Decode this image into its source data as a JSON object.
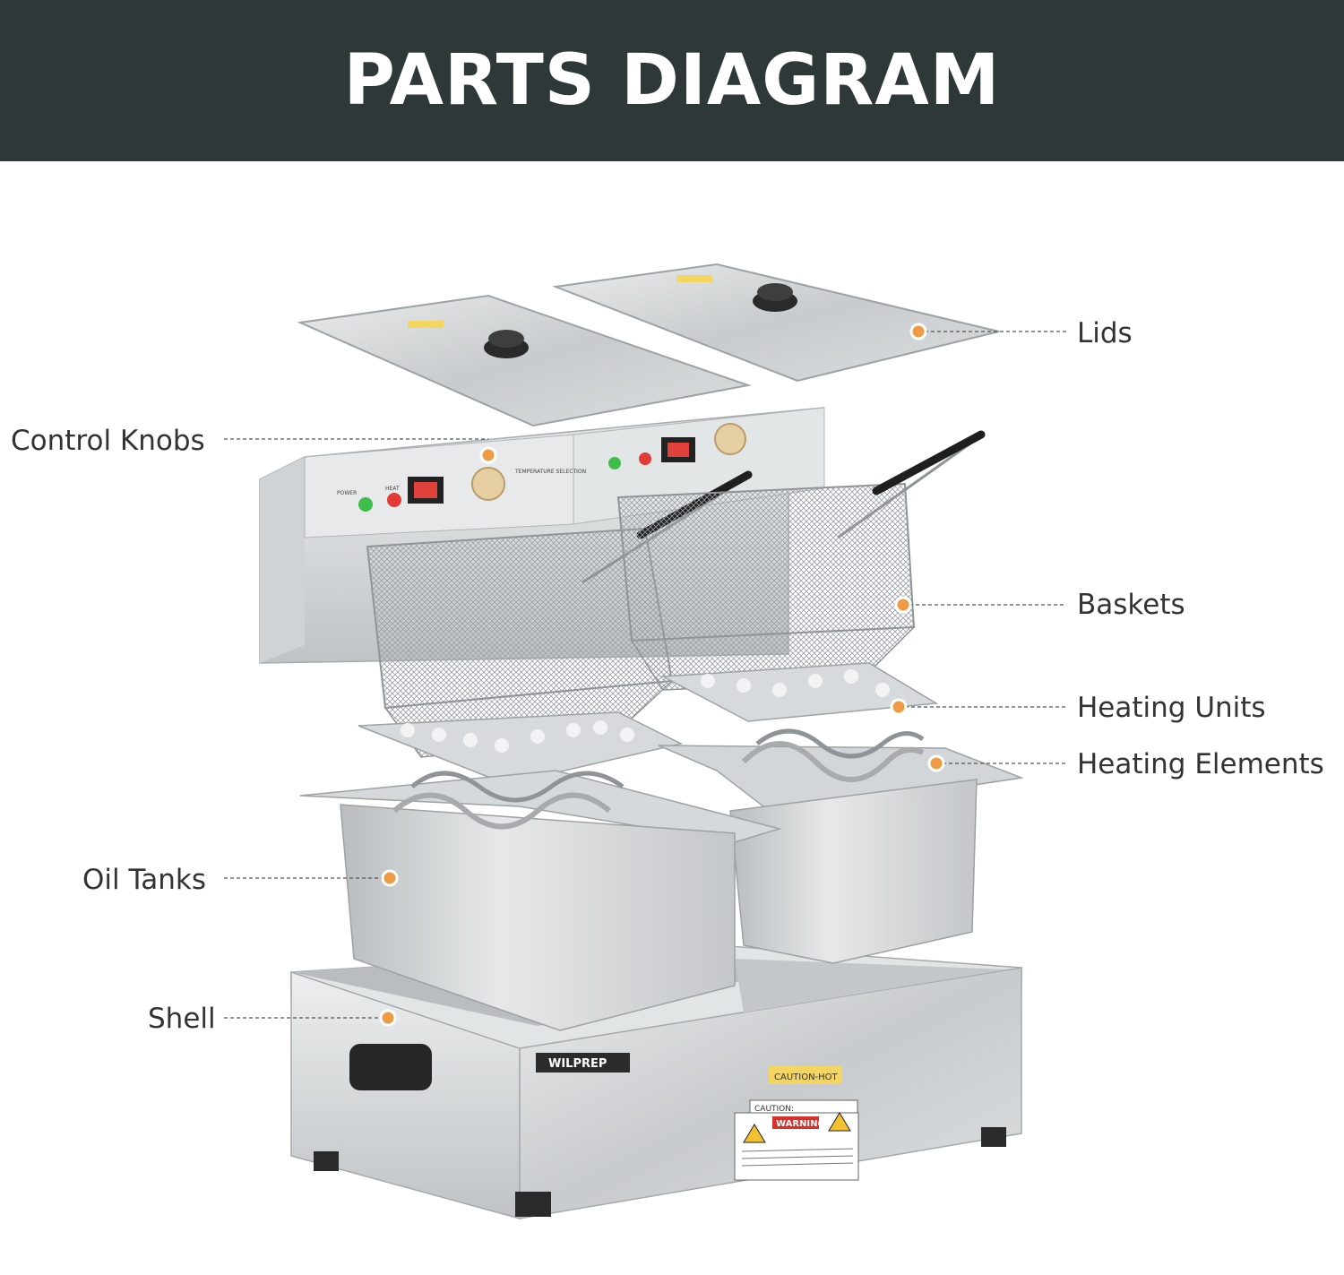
{
  "header": {
    "title": "PARTS DIAGRAM"
  },
  "colors": {
    "banner": "#2f3838",
    "marker": "#ef9a45",
    "steel": "#c9ccce",
    "label": "#333333"
  },
  "labels": {
    "lids": "Lids",
    "control_knobs": "Control Knobs",
    "baskets": "Baskets",
    "heating_units": "Heating Units",
    "heating_elements": "Heating Elements",
    "oil_tanks": "Oil Tanks",
    "shell": "Shell"
  },
  "product": {
    "brand": "WILPREP",
    "caution": "CAUTION-HOT",
    "warning": "WARNING",
    "notice": "CAUTION:",
    "panel": {
      "power": "POWER",
      "heat": "HEAT",
      "temp": "TEMPERATURE SELECTION"
    }
  }
}
